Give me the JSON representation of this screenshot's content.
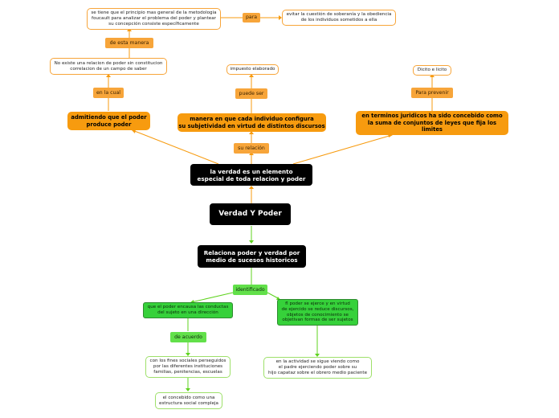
{
  "colors": {
    "orange": "#f79b0f",
    "green": "#5fd31f",
    "black": "#000000"
  },
  "nodes": {
    "central": "Verdad Y Poder",
    "verdad_elemento": "la verdad es un elemento\nespecial de toda relacion y poder",
    "su_relacion": "su relación",
    "admitiendo": "admitiendo que el poder\nproduce poder",
    "en_la_cual": "en la cual",
    "no_existe": "No existe una relacion de poder sin constitucion\ncorrelacion de un campo de saber",
    "de_esta_manera": "de esta manera",
    "principio_metodologia": "se tiene que el principio mas general de la metodologia\nfoucault para analizar el problema del poder y plantear\nsu concepción consiste específicamente",
    "para": "para",
    "evitar_soberania": "evitar la cuestión de soberanía y la obediencia\nde los individuos sometidos a ella",
    "manera_individuo": "manera en que cada individuo configura\nsu subjetividad en virtud de distintos discursos",
    "puede_ser": "puede ser",
    "impuesto": "impuesto elaborado",
    "terminos_juridicos": "en terminos juridicos ha sido concebido como\nla suma de conjuntos de leyes que fija los\nlimites",
    "para_prevenir": "Para prevenir",
    "dicito_licito": "Dicito e licito",
    "relaciona": "Relaciona poder y verdad por\nmedio de sucesos historicos",
    "identificado": "identificado",
    "encausa": "que el poder encausa las conductas\ndel sujeto en una dirección",
    "de_acuerdo": "de acuerdo",
    "fines_sociales": "con los fines sociales perseguidos\npor las diferentes instituciones\nfamilias, penitencias, escuelas",
    "estructura_social": "el concebido como una\nestructura social compleja",
    "poder_ejerce": "fl poder se ejerce y en virtud\nde ejercido se reduce discursos,\nobjetos de conocimiento se\nobjetivan formas de ser sujetos",
    "actividad": "en la actividad se sigue viendo como\nel padre ejerciendo poder sobre su\nhijo capataz sobre el obrero medio paciente"
  }
}
